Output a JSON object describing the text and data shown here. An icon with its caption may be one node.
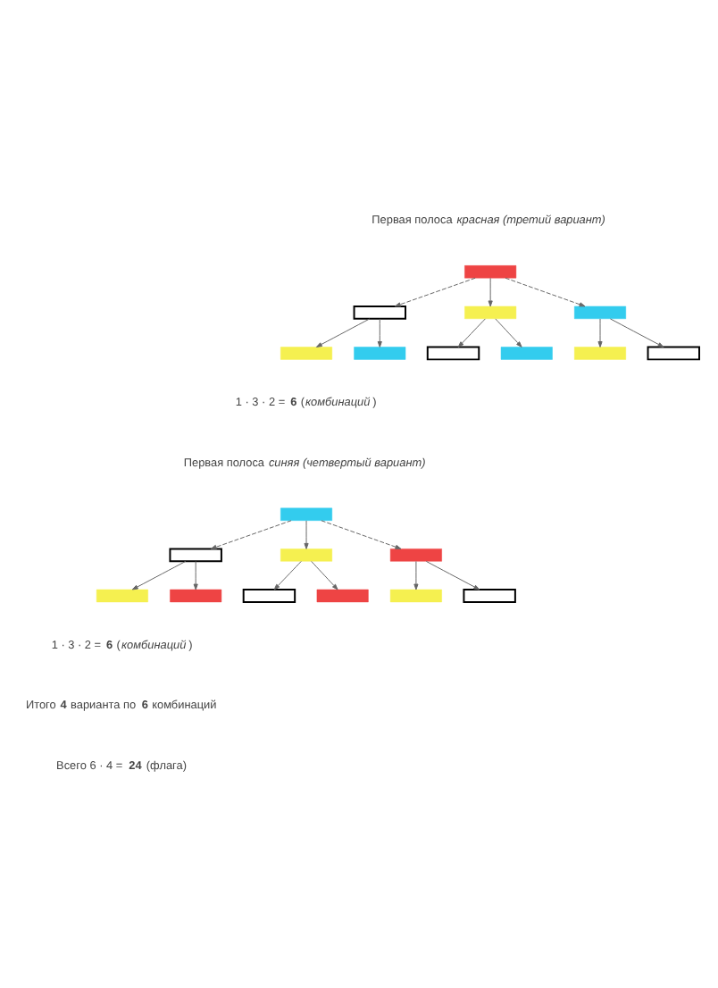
{
  "diagram": {
    "nodes": [
      {
        "text": [],
        "shape": "bar"
      },
      {
        "text": [],
        "shape": "bar"
      },
      {
        "text": [],
        "shape": "bar"
      },
      {
        "text": [],
        "shape": "bar"
      },
      {
        "text": [],
        "shape": "bar"
      },
      {
        "text": [],
        "shape": "bar"
      },
      {
        "text": [],
        "shape": "bar"
      },
      {
        "text": [],
        "shape": "bar"
      },
      {
        "text": [],
        "shape": "bar"
      },
      {
        "text": [],
        "shape": "bar"
      },
      {
        "text": [],
        "shape": "bar"
      },
      {
        "text": [],
        "shape": "bar"
      },
      {
        "text": [],
        "shape": "bar"
      },
      {
        "text": [],
        "shape": "bar"
      },
      {
        "text": [],
        "shape": "bar"
      },
      {
        "text": [],
        "shape": "bar"
      },
      {
        "text": [],
        "shape": "bar"
      },
      {
        "text": [],
        "shape": "bar"
      },
      {
        "text": [],
        "shape": "bar"
      },
      {
        "text": [],
        "shape": "bar"
      }
    ],
    "edges": [
      {
        "from": 0,
        "to": 1,
        "arrow": "to",
        "style": "dashed"
      },
      {
        "from": 0,
        "to": 2,
        "arrow": "to"
      },
      {
        "from": 0,
        "to": 3,
        "arrow": "to",
        "style": "dashed"
      },
      {
        "from": 1,
        "to": 4,
        "arrow": "to"
      },
      {
        "from": 1,
        "to": 5,
        "arrow": "to"
      },
      {
        "from": 2,
        "to": 6,
        "arrow": "to"
      },
      {
        "from": 2,
        "to": 7,
        "arrow": "to"
      },
      {
        "from": 3,
        "to": 8,
        "arrow": "to"
      },
      {
        "from": 3,
        "to": 9,
        "arrow": "to"
      },
      {
        "from": 10,
        "to": 11,
        "arrow": "to",
        "style": "dashed"
      },
      {
        "from": 10,
        "to": 12,
        "arrow": "to"
      },
      {
        "from": 10,
        "to": 13,
        "arrow": "to",
        "style": "dashed"
      },
      {
        "from": 11,
        "to": 14,
        "arrow": "to"
      },
      {
        "from": 11,
        "to": 15,
        "arrow": "to"
      },
      {
        "from": 12,
        "to": 16,
        "arrow": "to"
      },
      {
        "from": 12,
        "to": 17,
        "arrow": "to"
      },
      {
        "from": 13,
        "to": 18,
        "arrow": "to"
      },
      {
        "from": 13,
        "to": 19,
        "arrow": "to"
      }
    ],
    "labels": [
      "Первая полоса *красная (третий вариант)*",
      "1 · 3 · 2 = **6** (*комбинаций*)",
      "Первая полоса *синяя (четвертый вариант)*",
      "1 · 3 · 2 = **6** (*комбинаций*)",
      "Итого **4** варианта по **6** комбинаций",
      "Всего 6 · 4 = **24** (флага)"
    ]
  }
}
